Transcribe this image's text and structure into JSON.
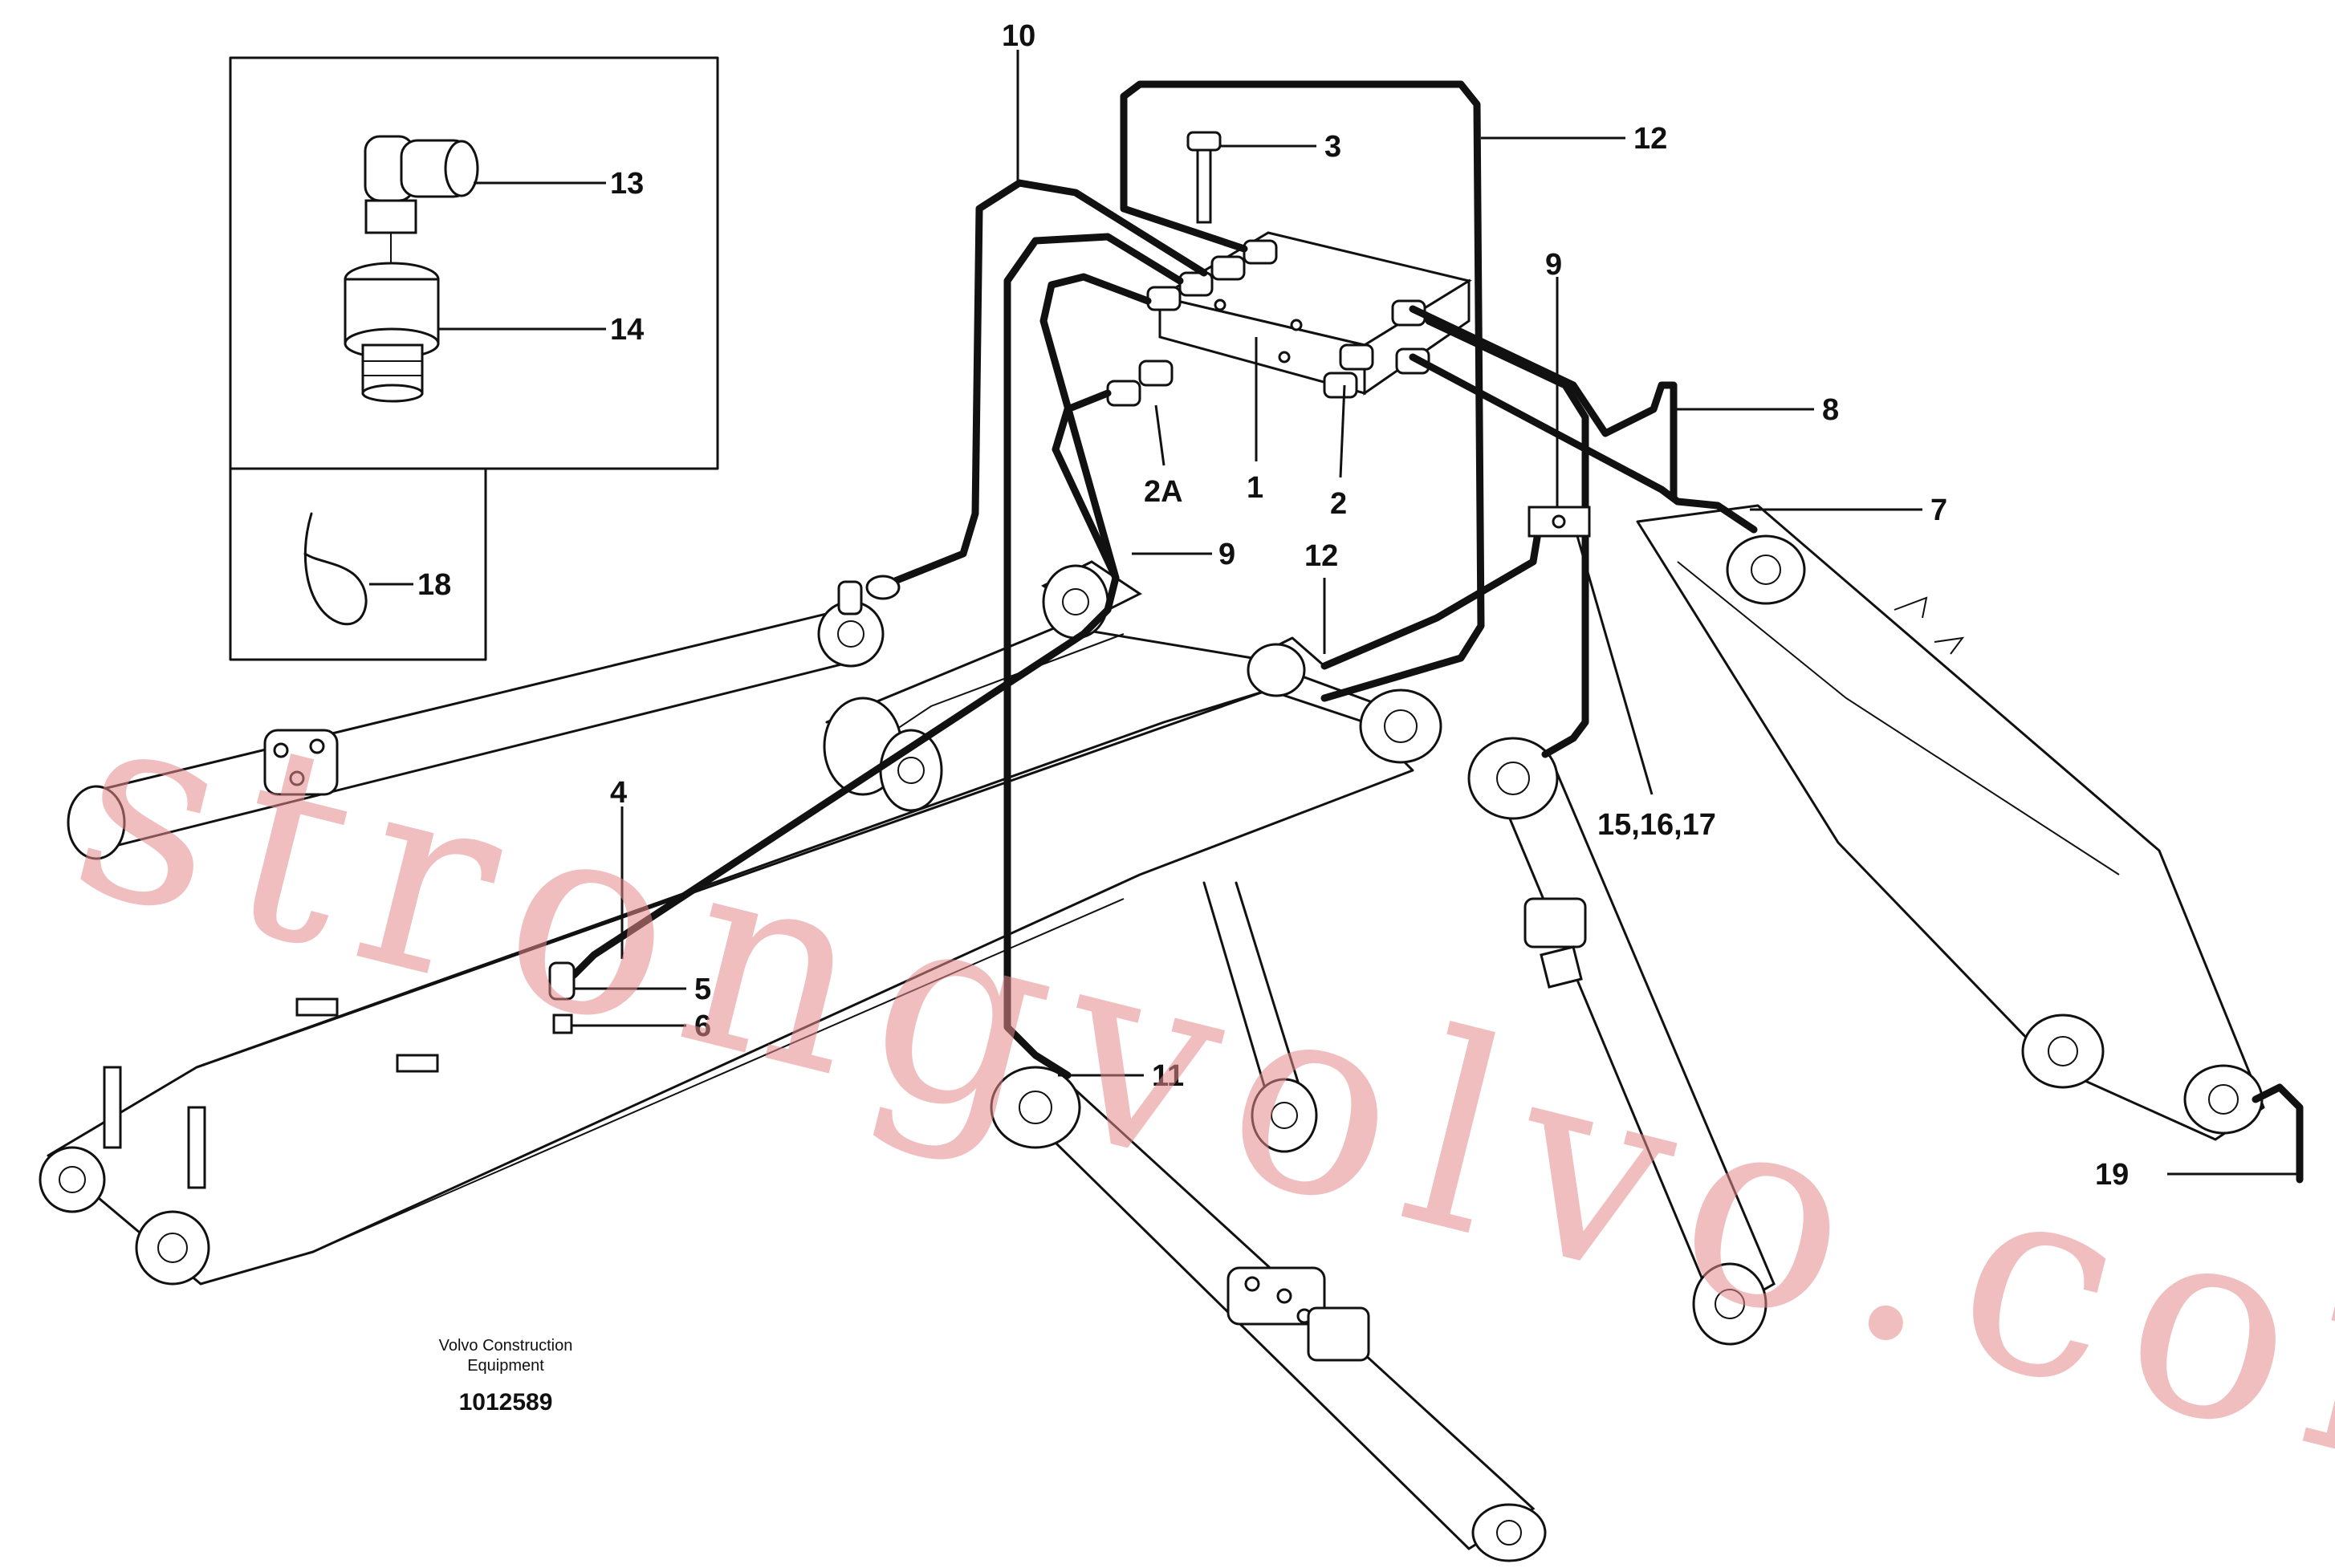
{
  "callouts": {
    "c10": "10",
    "c3": "3",
    "c12a": "12",
    "c13": "13",
    "c14": "14",
    "c9a": "9",
    "c8": "8",
    "c7": "7",
    "c2A": "2A",
    "c1": "1",
    "c2": "2",
    "c18": "18",
    "c9b": "9",
    "c12b": "12",
    "c1517": "15,16,17",
    "c4": "4",
    "c5": "5",
    "c6": "6",
    "c11": "11",
    "c19": "19"
  },
  "credit": {
    "line1": "Volvo Construction",
    "line2": "Equipment"
  },
  "document_number": "1012589",
  "watermark": "strongvolvo.com",
  "colors": {
    "ink": "#111111",
    "watermark": "#e58a8a",
    "background": "#ffffff"
  }
}
